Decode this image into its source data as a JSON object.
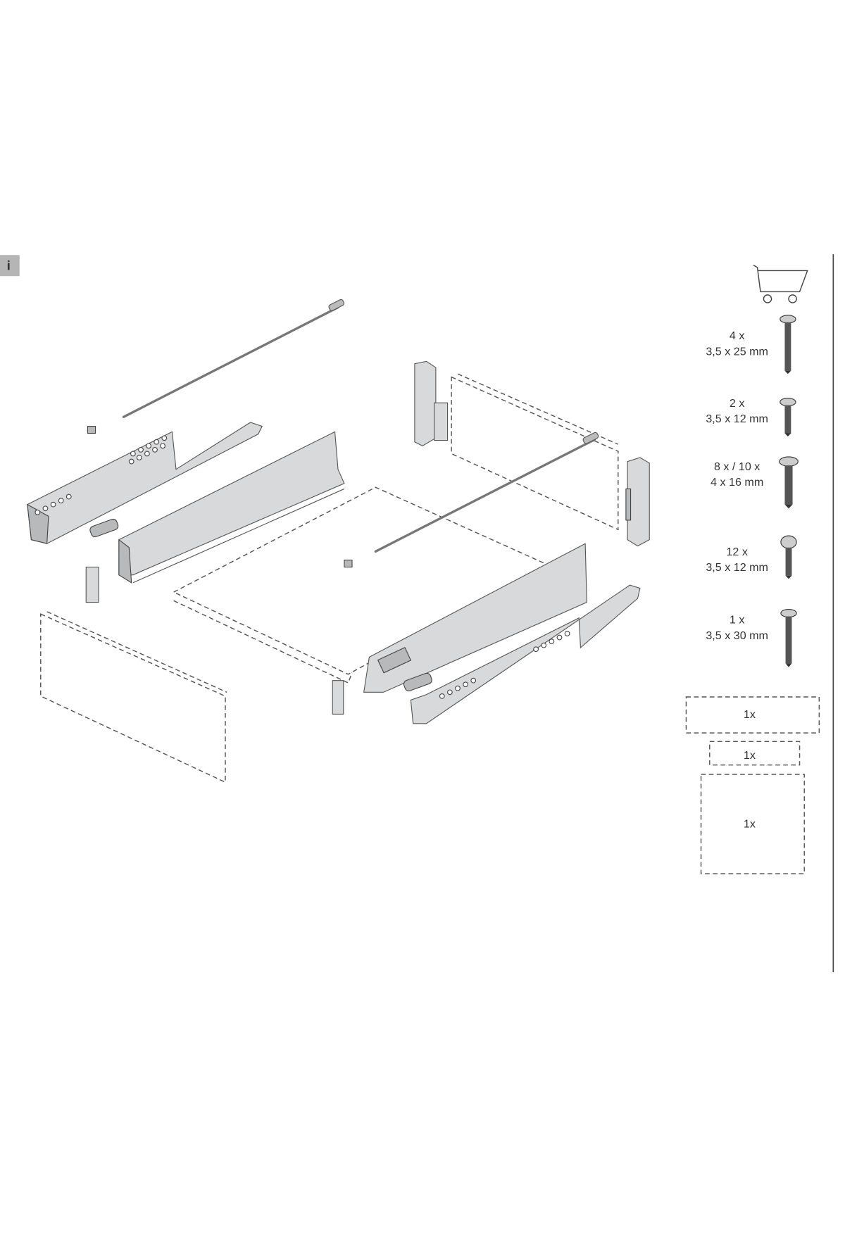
{
  "info_badge": "i",
  "parts_list": {
    "cart_icon": "shopping-cart-icon",
    "screws": [
      {
        "quantity": "4 x",
        "size": "3,5 x 25 mm"
      },
      {
        "quantity": "2 x",
        "size": "3,5 x 12 mm"
      },
      {
        "quantity": "8 x / 10 x",
        "size": "4 x 16 mm"
      },
      {
        "quantity": "12 x",
        "size": "3,5 x 12 mm"
      },
      {
        "quantity": "1 x",
        "size": "3,5 x 30 mm"
      }
    ],
    "panels": [
      {
        "label": "1x"
      },
      {
        "label": "1x"
      },
      {
        "label": "1x"
      }
    ]
  }
}
